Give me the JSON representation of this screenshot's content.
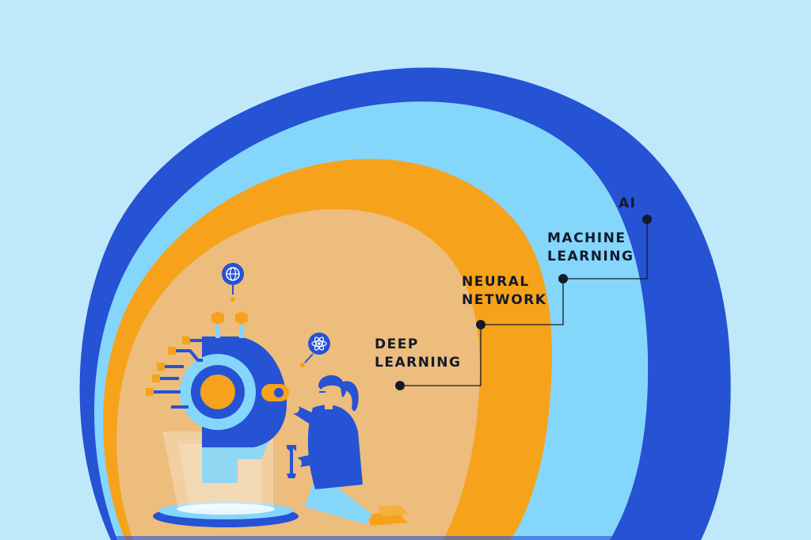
{
  "diagram": {
    "layers": [
      {
        "id": "ai",
        "lines": [
          "AI"
        ]
      },
      {
        "id": "machine-learning",
        "lines": [
          "MACHINE",
          "LEARNING"
        ]
      },
      {
        "id": "neural-network",
        "lines": [
          "NEURAL",
          "NETWORK"
        ]
      },
      {
        "id": "deep-learning",
        "lines": [
          "DEEP",
          "LEARNING"
        ]
      }
    ]
  },
  "colors": {
    "background": "#bfe9fb",
    "ai_layer": "#2652d4",
    "ml_layer": "#85d6fb",
    "nn_layer": "#f7a21b",
    "dl_layer": "#ecbd7d",
    "label_text": "#121a2b"
  },
  "icons": [
    "globe-icon",
    "atom-icon",
    "wrench-icon",
    "robot-head-illustration",
    "person-illustration",
    "hologram-pad"
  ]
}
